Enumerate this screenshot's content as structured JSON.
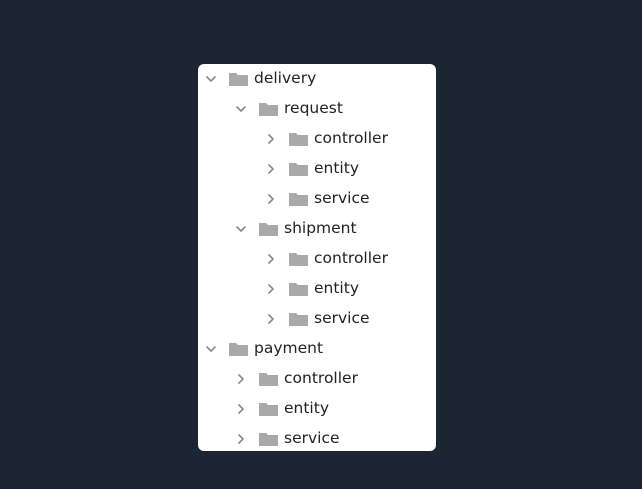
{
  "tree": {
    "delivery": {
      "label": "delivery",
      "request": {
        "label": "request",
        "children": [
          "controller",
          "entity",
          "service"
        ]
      },
      "shipment": {
        "label": "shipment",
        "children": [
          "controller",
          "entity",
          "service"
        ]
      }
    },
    "payment": {
      "label": "payment",
      "children": [
        "controller",
        "entity",
        "service"
      ]
    }
  },
  "colors": {
    "background": "#1c2633",
    "panel": "#ffffff",
    "folder": "#a9a9a9",
    "chevron": "#888888",
    "text": "#222222"
  },
  "icons": {
    "expanded": "chevron-down-icon",
    "collapsed": "chevron-right-icon",
    "folder": "folder-icon"
  }
}
